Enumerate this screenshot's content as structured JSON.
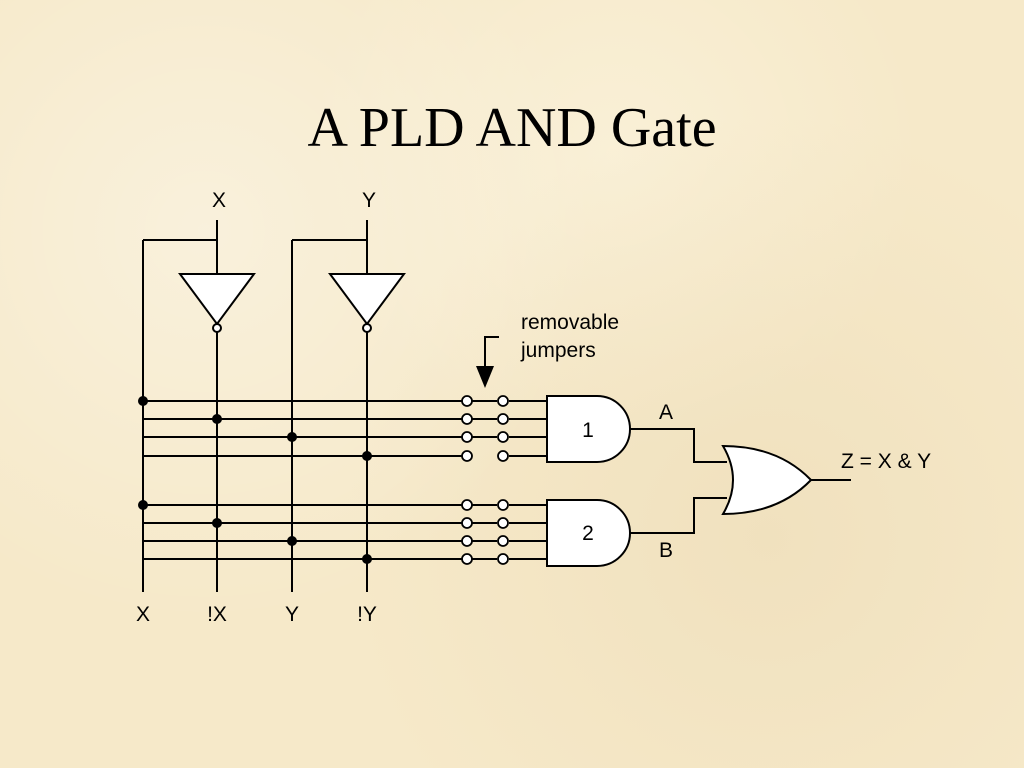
{
  "slide": {
    "title": "A PLD AND Gate"
  },
  "diagram": {
    "inputs_top": {
      "x": "X",
      "y": "Y"
    },
    "bus_labels": {
      "x": "X",
      "not_x": "!X",
      "y": "Y",
      "not_y": "!Y"
    },
    "jumper_label_line1": "removable",
    "jumper_label_line2": "jumpers",
    "and_gate_1": "1",
    "and_gate_2": "2",
    "signal_a": "A",
    "signal_b": "B",
    "output_label": "Z = X & Y"
  }
}
